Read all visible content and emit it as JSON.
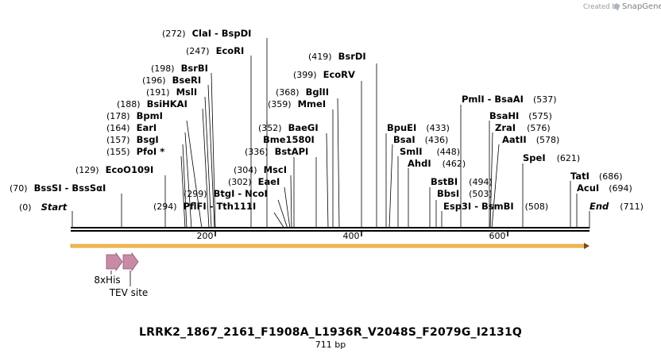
{
  "title": "LRRK2_1867_2161_F1908A_L1936R_V2048S_F2079G_I2131Q",
  "length_label": "711 bp",
  "credit": {
    "prefix": "Created by",
    "brand": "SnapGene"
  },
  "sequence": {
    "length": 711,
    "ticks": [
      200,
      400,
      600
    ]
  },
  "labels": [
    {
      "id": "start",
      "pos": "(0)",
      "name": "Start",
      "style": "italic",
      "site": 0
    },
    {
      "id": "bsssi",
      "pos": "(70)",
      "name": "BssSI  - BssSαI",
      "site": 70
    },
    {
      "id": "eco0109i",
      "pos": "(129)",
      "name": "EcoO109I",
      "site": 129
    },
    {
      "id": "pfoi",
      "pos": "(155)",
      "name": "PfoI *",
      "site": 155
    },
    {
      "id": "bsgi",
      "pos": "(157)",
      "name": "BsgI",
      "site": 157
    },
    {
      "id": "eari",
      "pos": "(164)",
      "name": "EarI",
      "site": 164
    },
    {
      "id": "bpmi",
      "pos": "(178)",
      "name": "BpmI",
      "site": 178
    },
    {
      "id": "bsihkai",
      "pos": "(188)",
      "name": "BsiHKAI",
      "site": 188
    },
    {
      "id": "msli",
      "pos": "(191)",
      "name": "MslI",
      "site": 191
    },
    {
      "id": "bseri",
      "pos": "(196)",
      "name": "BseRI",
      "site": 196
    },
    {
      "id": "bsrbi",
      "pos": "(198)",
      "name": "BsrBI",
      "site": 198
    },
    {
      "id": "ecori",
      "pos": "(247)",
      "name": "EcoRI",
      "site": 247
    },
    {
      "id": "clai",
      "pos": "(272)",
      "name": "ClaI  - BspDI",
      "site": 272
    },
    {
      "id": "pflfi",
      "pos": "(294)",
      "name": "PflFI  - Tth111I",
      "site": 294
    },
    {
      "id": "btgi",
      "pos": "(299)",
      "name": "BtgI  - NcoI",
      "site": 299
    },
    {
      "id": "eaei",
      "pos": "(302)",
      "name": "EaeI",
      "site": 302
    },
    {
      "id": "msci",
      "pos": "(304)",
      "name": "MscI",
      "site": 304
    },
    {
      "id": "bstapi",
      "pos": "(336)",
      "name": "BstAPI",
      "site": 336
    },
    {
      "id": "bme1580i",
      "pos": "",
      "name": "Bme1580I",
      "site": 352
    },
    {
      "id": "baegi",
      "pos": "(352)",
      "name": "BaeGI",
      "site": 352
    },
    {
      "id": "mmei",
      "pos": "(359)",
      "name": "MmeI",
      "site": 359
    },
    {
      "id": "bglii",
      "pos": "(368)",
      "name": "BglII",
      "site": 368
    },
    {
      "id": "ecorv",
      "pos": "(399)",
      "name": "EcoRV",
      "site": 399
    },
    {
      "id": "bsrdi",
      "pos": "(419)",
      "name": "BsrDI",
      "site": 419
    },
    {
      "id": "bpuei",
      "pos": "(433)",
      "name": "BpuEI",
      "site": 433
    },
    {
      "id": "bsai",
      "pos": "(436)",
      "name": "BsaI",
      "site": 436
    },
    {
      "id": "smli",
      "pos": "(448)",
      "name": "SmlI",
      "site": 448
    },
    {
      "id": "ahdi",
      "pos": "(462)",
      "name": "AhdI",
      "site": 462
    },
    {
      "id": "bstbi",
      "pos": "(494)",
      "name": "BstBI",
      "site": 494
    },
    {
      "id": "bbsi",
      "pos": "(503)",
      "name": "BbsI",
      "site": 503
    },
    {
      "id": "esp3i",
      "pos": "(508)",
      "name": "Esp3I  - BsmBI",
      "site": 508
    },
    {
      "id": "pmli",
      "pos": "(537)",
      "name": "PmlI  - BsaAI",
      "site": 537
    },
    {
      "id": "bsahi",
      "pos": "(575)",
      "name": "BsaHI",
      "site": 575
    },
    {
      "id": "zrai",
      "pos": "(576)",
      "name": "ZraI",
      "site": 576
    },
    {
      "id": "aatii",
      "pos": "(578)",
      "name": "AatII",
      "site": 578
    },
    {
      "id": "spei",
      "pos": "(621)",
      "name": "SpeI",
      "site": 621
    },
    {
      "id": "tati",
      "pos": "(686)",
      "name": "TatI",
      "site": 686
    },
    {
      "id": "acui",
      "pos": "(694)",
      "name": "AcuI",
      "site": 694
    },
    {
      "id": "end",
      "pos": "(711)",
      "name": "End",
      "style": "italic",
      "site": 711
    }
  ],
  "features": [
    {
      "id": "8xhis",
      "name": "8xHis",
      "color": "#c98aa6"
    },
    {
      "id": "tev",
      "name": "TEV site",
      "color": "#c98aa6"
    }
  ],
  "colors": {
    "orf": "#f5b94a",
    "backbone": "#000000",
    "feature": "#c98aa6"
  }
}
